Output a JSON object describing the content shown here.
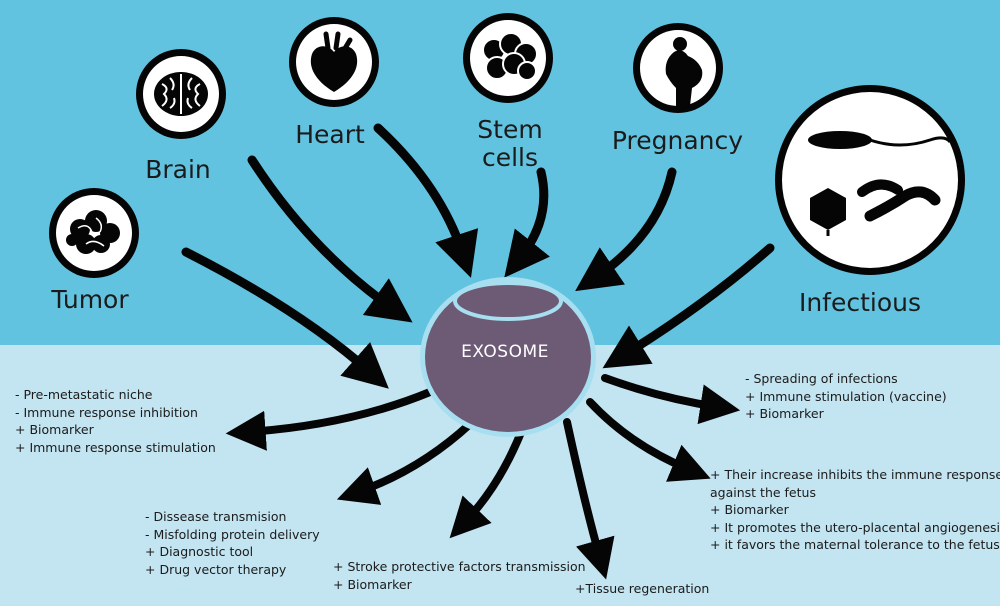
{
  "colors": {
    "top_bg": "#62c3e0",
    "bottom_bg": "#c3e4f1",
    "exosome_fill": "#6d5a75",
    "exosome_rim": "#a7dff0",
    "arrow": "#050505"
  },
  "center": {
    "label": "EXOSOME"
  },
  "categories": [
    {
      "key": "tumor",
      "label": "Tumor",
      "icon": "tumor-icon"
    },
    {
      "key": "brain",
      "label": "Brain",
      "icon": "brain-icon"
    },
    {
      "key": "heart",
      "label": "Heart",
      "icon": "heart-icon"
    },
    {
      "key": "stem",
      "label_lines": [
        "Stem",
        "cells"
      ],
      "icon": "stem-cells-icon"
    },
    {
      "key": "pregnancy",
      "label": "Pregnancy",
      "icon": "pregnancy-icon"
    },
    {
      "key": "infectious",
      "label": "Infectious",
      "icon": "pathogens-icon"
    }
  ],
  "notes": {
    "tumor": [
      "- Pre-metastatic niche",
      "- Immune response inhibition",
      "+ Biomarker",
      "+ Immune response stimulation"
    ],
    "brain": [
      "- Dissease transmision",
      "- Misfolding protein delivery",
      "+ Diagnostic tool",
      "+ Drug vector therapy"
    ],
    "heart": [
      "+ Stroke protective factors transmission",
      "+ Biomarker"
    ],
    "stem": [
      "+Tissue regeneration"
    ],
    "pregnancy": [
      "+ Their increase  inhibits the immune response",
      "against the fetus",
      "+ Biomarker",
      "+ It promotes the utero-placental angiogenesis",
      "+ it favors the maternal tolerance to the fetus"
    ],
    "infectious": [
      "- Spreading of infections",
      "+ Immune stimulation (vaccine)",
      "+ Biomarker"
    ]
  }
}
